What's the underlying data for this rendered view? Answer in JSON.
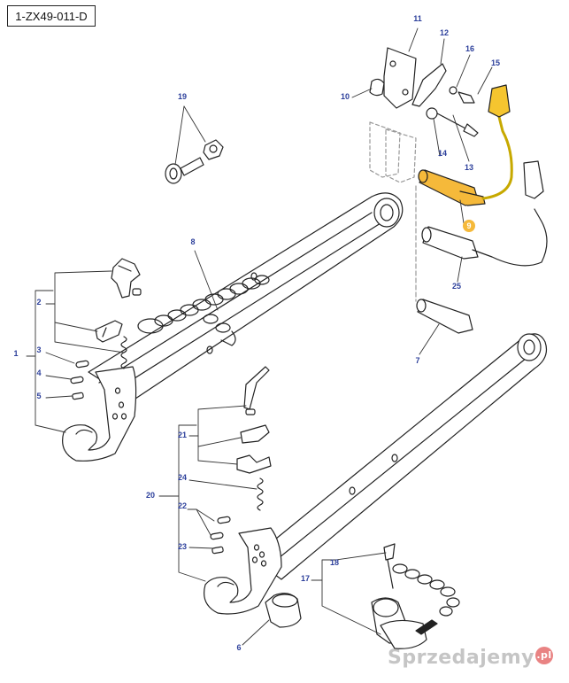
{
  "diagram_code": "1-ZX49-011-D",
  "highlight_color": "#f5b93a",
  "label_color": "#2c3f9b",
  "highlighted_part": "9",
  "callouts": [
    "1",
    "2",
    "3",
    "4",
    "5",
    "6",
    "7",
    "8",
    "9",
    "10",
    "11",
    "12",
    "13",
    "14",
    "15",
    "16",
    "17",
    "18",
    "19",
    "20",
    "21",
    "22",
    "23",
    "24",
    "25"
  ],
  "watermark": {
    "text": "Sprzedajemy",
    "badge": ".pl"
  }
}
